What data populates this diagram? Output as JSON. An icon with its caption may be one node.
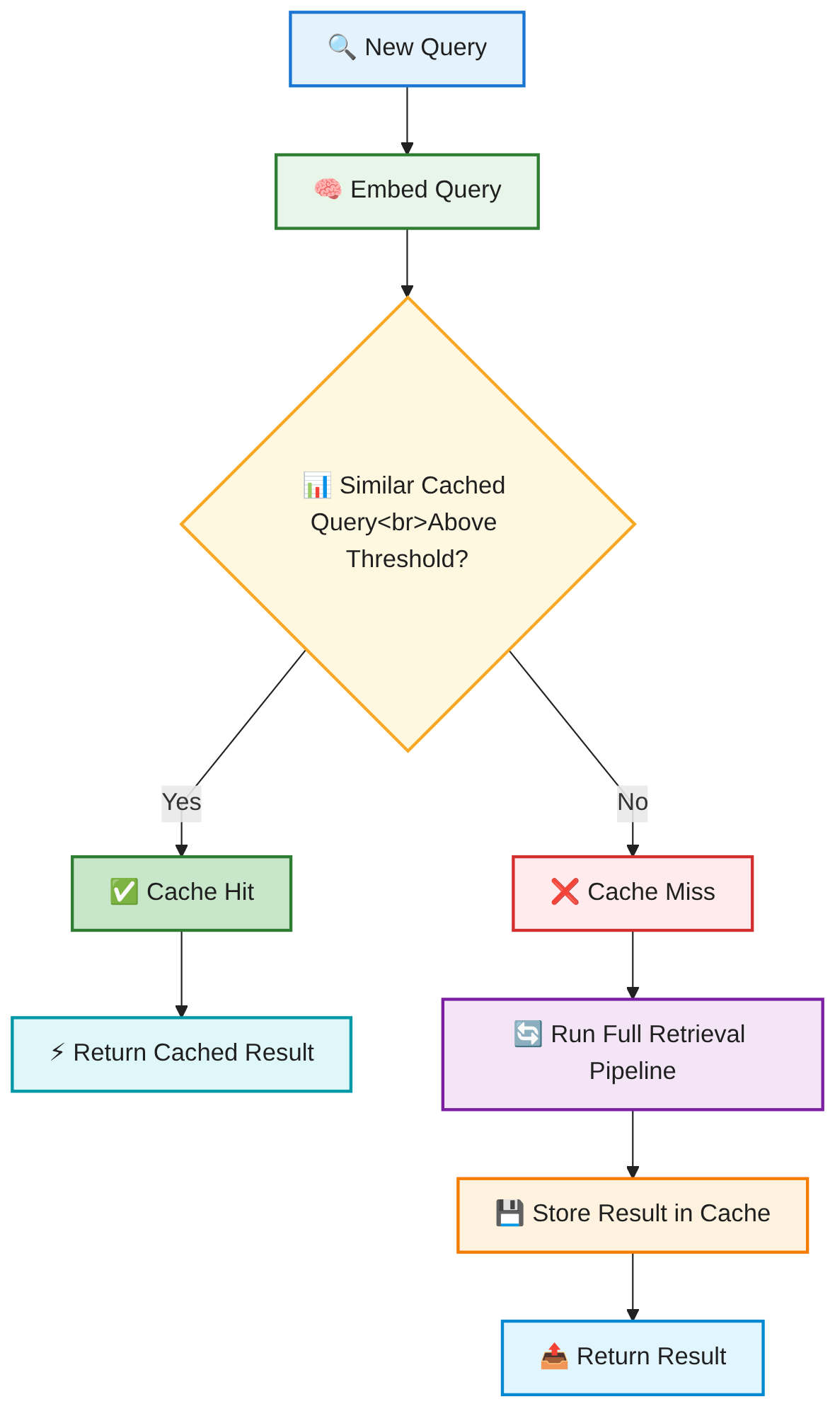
{
  "diagram": {
    "nodes": [
      {
        "text": [
          "🔍 New Query"
        ]
      },
      {
        "text": [
          "🧠 Embed Query"
        ]
      },
      {
        "text": [
          "📊 Similar Cached Query<br>Above Threshold?"
        ]
      },
      {
        "text": [
          "✅ Cache Hit"
        ]
      },
      {
        "text": [
          "⚡ Return Cached Result"
        ]
      },
      {
        "text": [
          "❌ Cache Miss"
        ]
      },
      {
        "text": [
          "🔄 Run Full Retrieval Pipeline"
        ]
      },
      {
        "text": [
          "💾 Store Result in Cache"
        ]
      },
      {
        "text": [
          "📤 Return Result"
        ]
      }
    ],
    "edges": [
      {
        "from": 0,
        "to": 1,
        "arrow": "to"
      },
      {
        "from": 1,
        "to": 2,
        "arrow": "to"
      },
      {
        "from": 2,
        "to": 3,
        "label": "Yes",
        "arrow": "to"
      },
      {
        "from": 2,
        "to": 5,
        "label": "No",
        "arrow": "to"
      },
      {
        "from": 3,
        "to": 4,
        "arrow": "to"
      },
      {
        "from": 5,
        "to": 6,
        "arrow": "to"
      },
      {
        "from": 6,
        "to": 7,
        "arrow": "to"
      },
      {
        "from": 7,
        "to": 8,
        "arrow": "to"
      }
    ]
  }
}
